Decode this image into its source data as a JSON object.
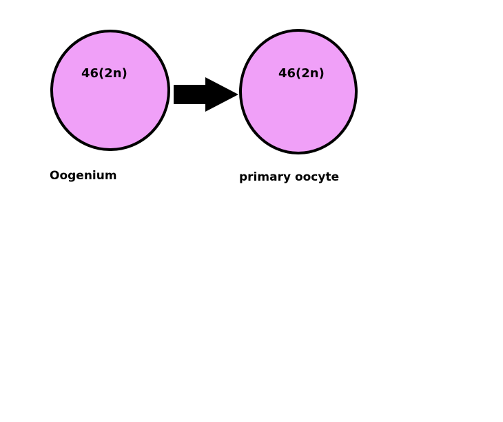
{
  "colors": {
    "background": "#ffffff",
    "cell_fill": "#f0a0f8",
    "outline": "#000000",
    "arrow": "#000000"
  },
  "cells": [
    {
      "chromosome_label": "46(2n)",
      "name": "Oogenium"
    },
    {
      "chromosome_label": "46(2n)",
      "name": "primary oocyte"
    }
  ]
}
